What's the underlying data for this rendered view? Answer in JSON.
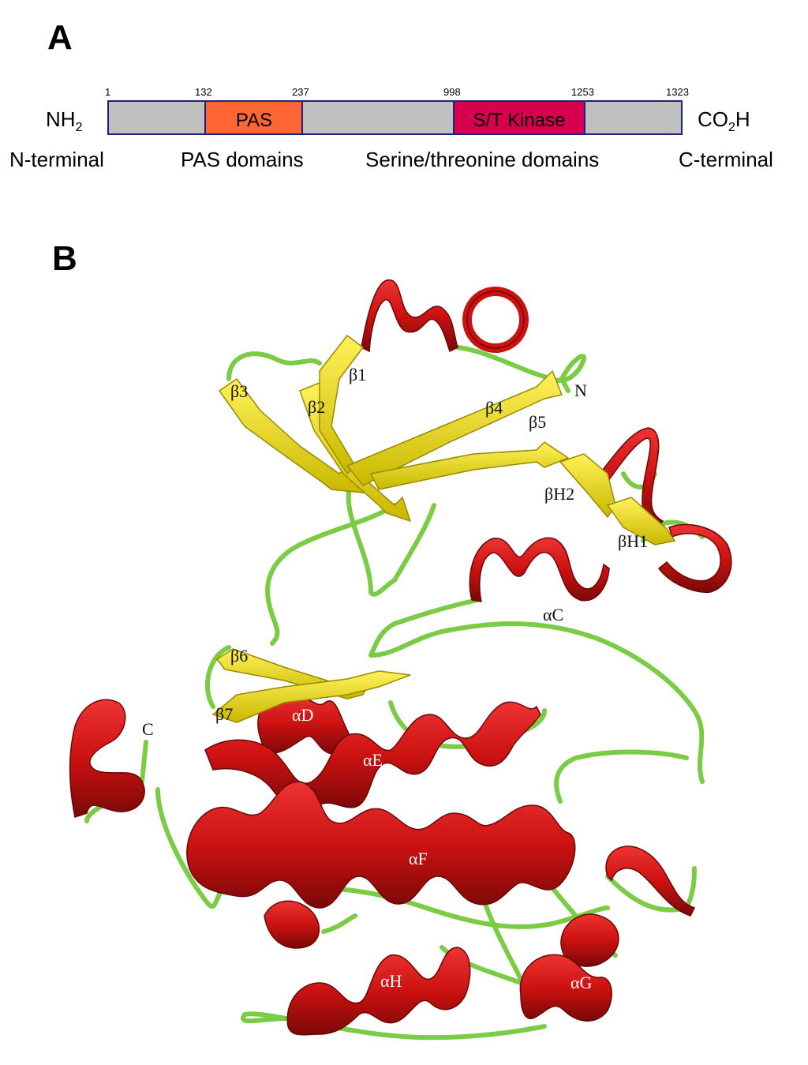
{
  "panel_a": {
    "letter": "A",
    "positions": {
      "p1": "1",
      "p132": "132",
      "p237": "237",
      "p998": "998",
      "p1253": "1253",
      "p1323": "1323"
    },
    "nh2_main": "NH",
    "nh2_sub": "2",
    "co2h_pre": "CO",
    "co2h_sub": "2",
    "co2h_post": "H",
    "pas_label": "PAS",
    "kinase_label": "S/T Kinase",
    "captions": {
      "n_terminal": "N-terminal",
      "pas_domains": "PAS domains",
      "st_domains": "Serine/threonine domains",
      "c_terminal": "C-terminal"
    },
    "colors": {
      "bar": "#c0c0c0",
      "pas": "#ff6633",
      "kinase": "#d6004f",
      "border": "#202080"
    }
  },
  "panel_b": {
    "letter": "B",
    "labels": {
      "b1": "β1",
      "b2": "β2",
      "b3": "β3",
      "b4": "β4",
      "b5": "β5",
      "bh1": "βH1",
      "bh2": "βH2",
      "b6": "β6",
      "b7": "β7",
      "n": "N",
      "c": "C",
      "ac": "αC",
      "ad": "αD",
      "ae": "αE",
      "af": "αF",
      "ag": "αG",
      "ah": "αH"
    },
    "colors": {
      "helix": "#cc1111",
      "helix_dark": "#8a0a0a",
      "sheet": "#f2e830",
      "sheet_dark": "#b8a800",
      "loop": "#7acc44"
    }
  }
}
